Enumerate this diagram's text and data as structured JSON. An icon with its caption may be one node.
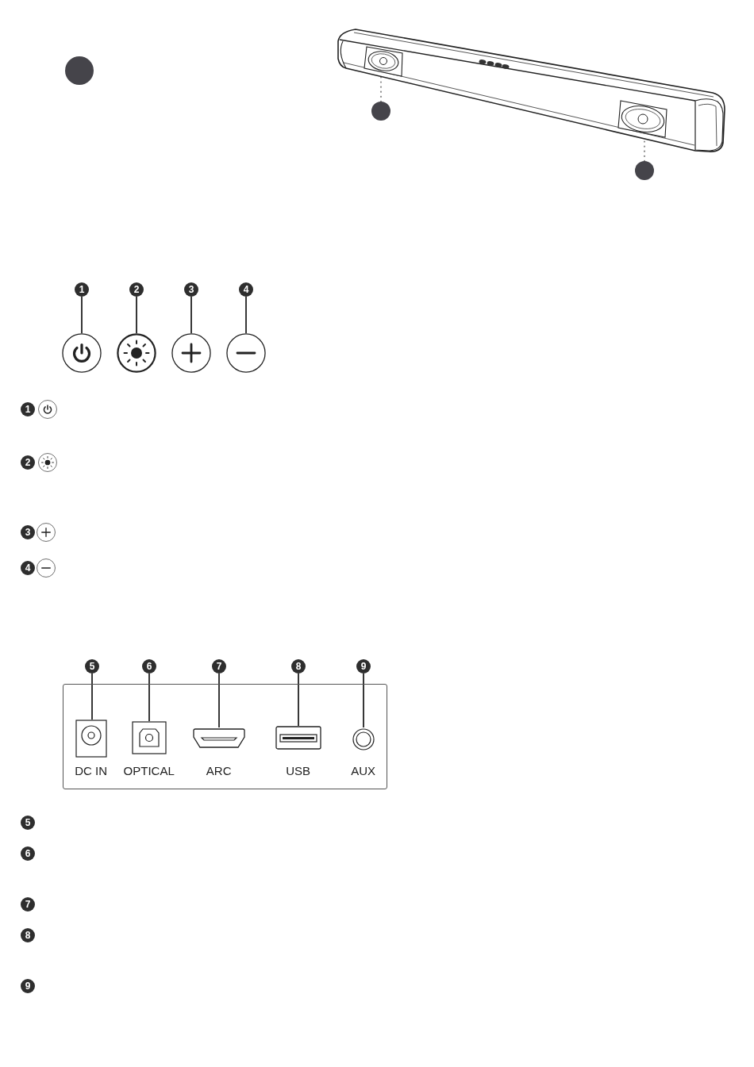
{
  "diagram": {
    "nodes": [
      {
        "text": [],
        "shape": "circle"
      },
      {
        "text": [],
        "shape": "picture"
      },
      {
        "text": [],
        "shape": "picture",
        "in": 1
      },
      {
        "text": [],
        "shape": "picture",
        "in": 1
      },
      {
        "text": [],
        "shape": "circle"
      },
      {
        "text": [],
        "shape": "circle"
      },
      {
        "text": [
          "1"
        ]
      },
      {
        "text": [
          "2"
        ]
      },
      {
        "text": [
          "3"
        ]
      },
      {
        "text": [
          "4"
        ]
      },
      {
        "text": [],
        "shape": "circle"
      },
      {
        "text": [],
        "shape": "circle"
      },
      {
        "text": [],
        "shape": "circle"
      },
      {
        "text": [],
        "shape": "circle"
      },
      {
        "text": [
          "1"
        ]
      },
      {
        "text": [],
        "shape": "circle"
      },
      {
        "text": [
          "2"
        ]
      },
      {
        "text": [],
        "shape": "circle"
      },
      {
        "text": [
          "3"
        ]
      },
      {
        "text": [],
        "shape": "circle"
      },
      {
        "text": [
          "4"
        ]
      },
      {
        "text": [],
        "shape": "circle"
      },
      {
        "text": [
          "5"
        ]
      },
      {
        "text": [
          "6"
        ]
      },
      {
        "text": [
          "7"
        ]
      },
      {
        "text": [
          "8"
        ]
      },
      {
        "text": [
          "9"
        ]
      },
      {
        "text": [],
        "shape": "box"
      },
      {
        "text": [
          "DC IN"
        ],
        "in": 27
      },
      {
        "text": [
          "OPTICAL"
        ],
        "in": 27
      },
      {
        "text": [
          "ARC"
        ],
        "in": 27
      },
      {
        "text": [
          "USB"
        ],
        "in": 27
      },
      {
        "text": [
          "AUX"
        ],
        "in": 27
      },
      {
        "text": [
          "5"
        ]
      },
      {
        "text": [
          "6"
        ]
      },
      {
        "text": [
          "7"
        ]
      },
      {
        "text": [
          "8"
        ]
      },
      {
        "text": [
          "9"
        ]
      }
    ],
    "edges": [
      {
        "from": 4,
        "to": 2,
        "arrow": "none",
        "style": "dashed",
        "color": "#8c8c8c"
      },
      {
        "from": 5,
        "to": 3,
        "arrow": "none",
        "style": "dashed",
        "color": "#8c8c8c"
      },
      {
        "from": 6,
        "to": 10,
        "arrow": "none"
      },
      {
        "from": 7,
        "to": 11,
        "arrow": "none"
      },
      {
        "from": 8,
        "to": 12,
        "arrow": "none"
      },
      {
        "from": 9,
        "to": 13,
        "arrow": "none"
      },
      {
        "from": 22,
        "to": 28,
        "arrow": "none"
      },
      {
        "from": 23,
        "to": 29,
        "arrow": "none"
      },
      {
        "from": 24,
        "to": 30,
        "arrow": "none"
      },
      {
        "from": 25,
        "to": 31,
        "arrow": "none"
      },
      {
        "from": 26,
        "to": 32,
        "arrow": "none"
      }
    ]
  }
}
